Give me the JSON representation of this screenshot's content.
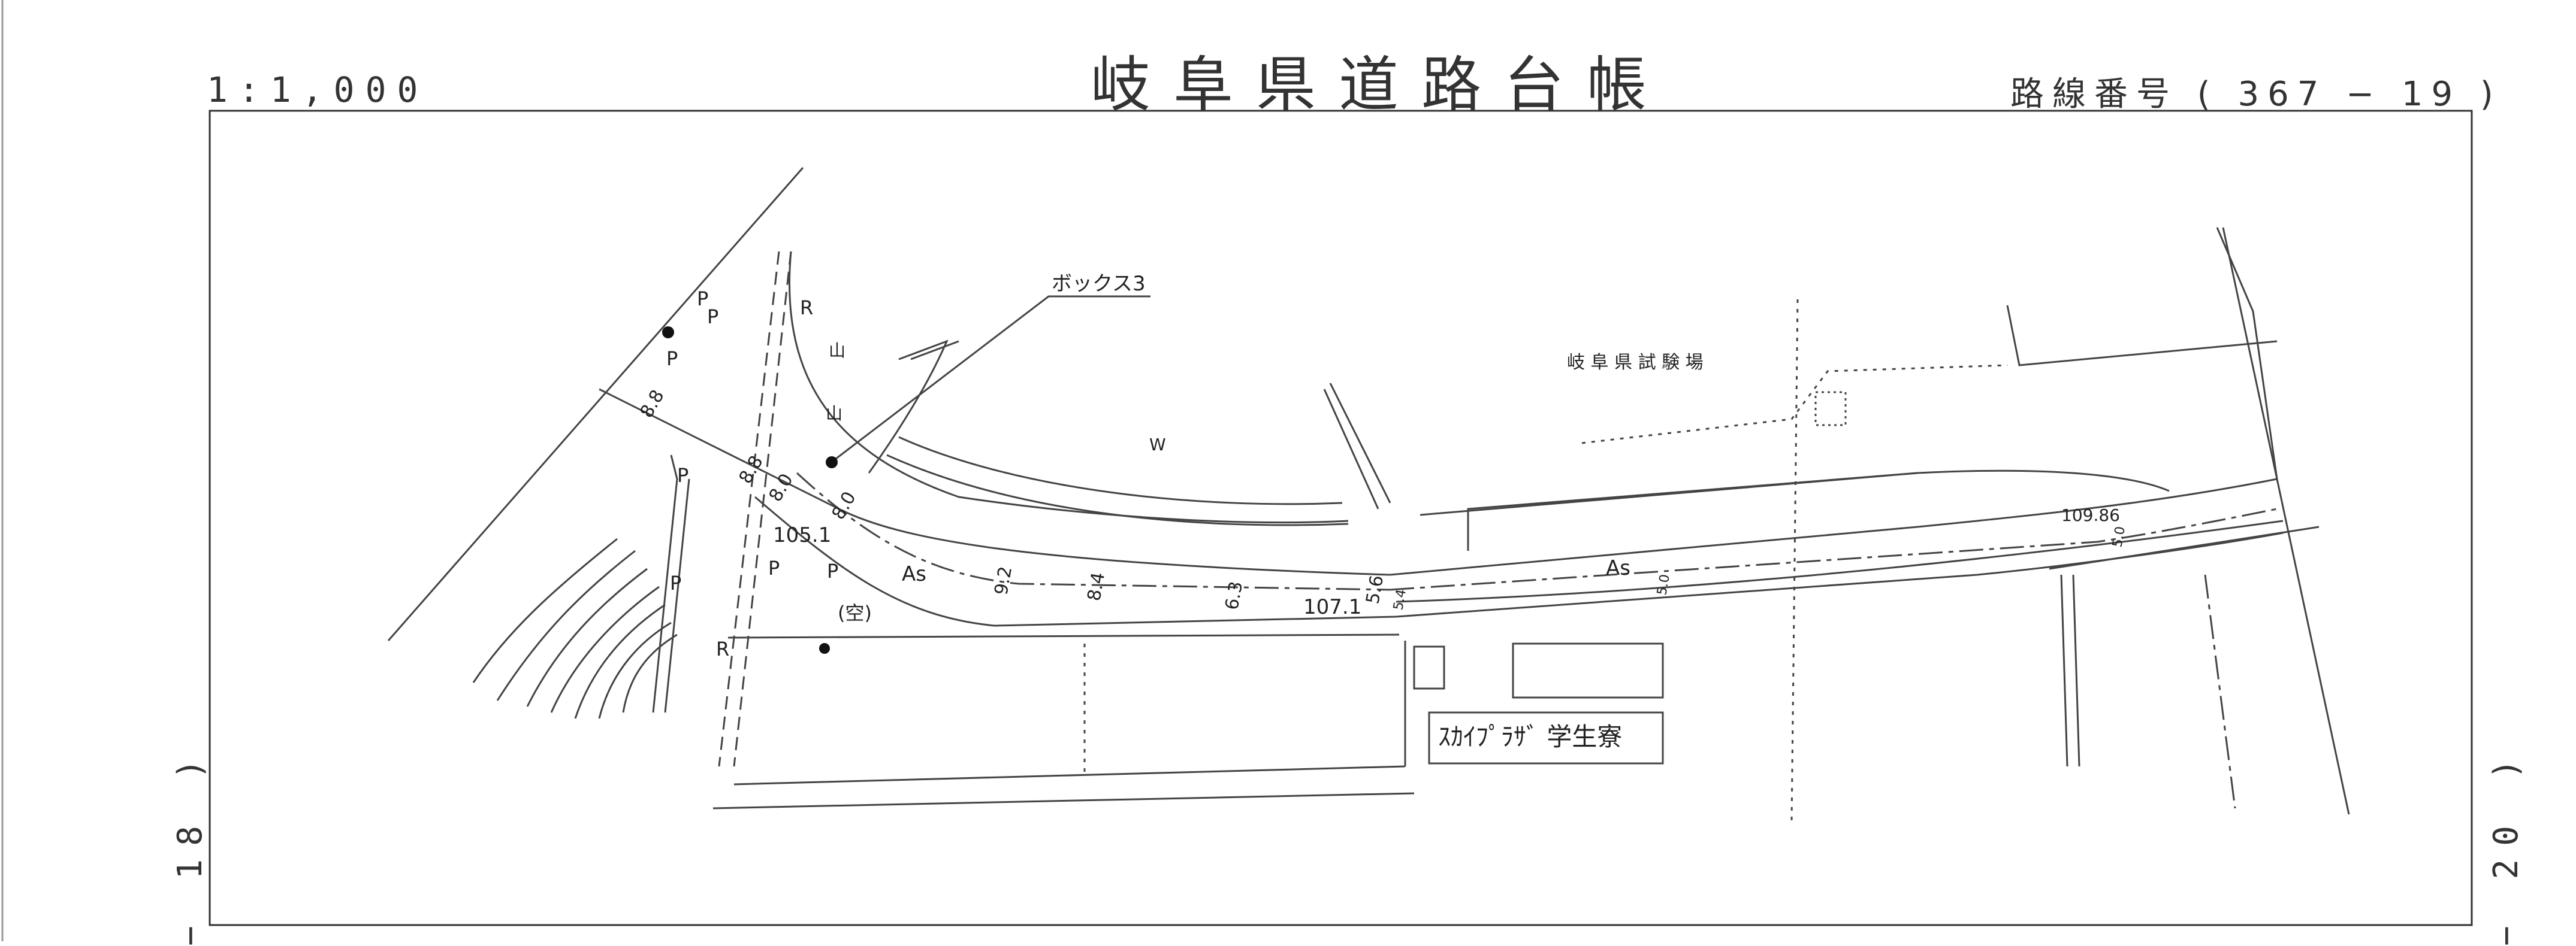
{
  "header": {
    "title": "岐阜県道路台帳",
    "scale": "1:1,000",
    "route": "路線番号 ( 367 − 19 )"
  },
  "side_labels": {
    "left": "− 18 )",
    "right": "− 20 )"
  },
  "map": {
    "callout_box": "ボックス3",
    "building_name": "ｽｶｲﾌﾟﾗｻﾞ 学生寮",
    "facility_label": "岐 阜 県 試 験 場",
    "elevations": [
      "105.1",
      "107.1",
      "109.86"
    ],
    "widths": [
      "8.8",
      "8.8",
      "8.0",
      "8.0",
      "9.2",
      "8.4",
      "6.3",
      "5.6",
      "5.4",
      "5.0",
      "5.0"
    ],
    "surface": [
      "As",
      "As"
    ],
    "markers": [
      "P",
      "P",
      "P",
      "P",
      "P",
      "P",
      "P",
      "R",
      "R"
    ],
    "misc_labels": [
      "W",
      "(空)",
      "山",
      "山"
    ]
  }
}
